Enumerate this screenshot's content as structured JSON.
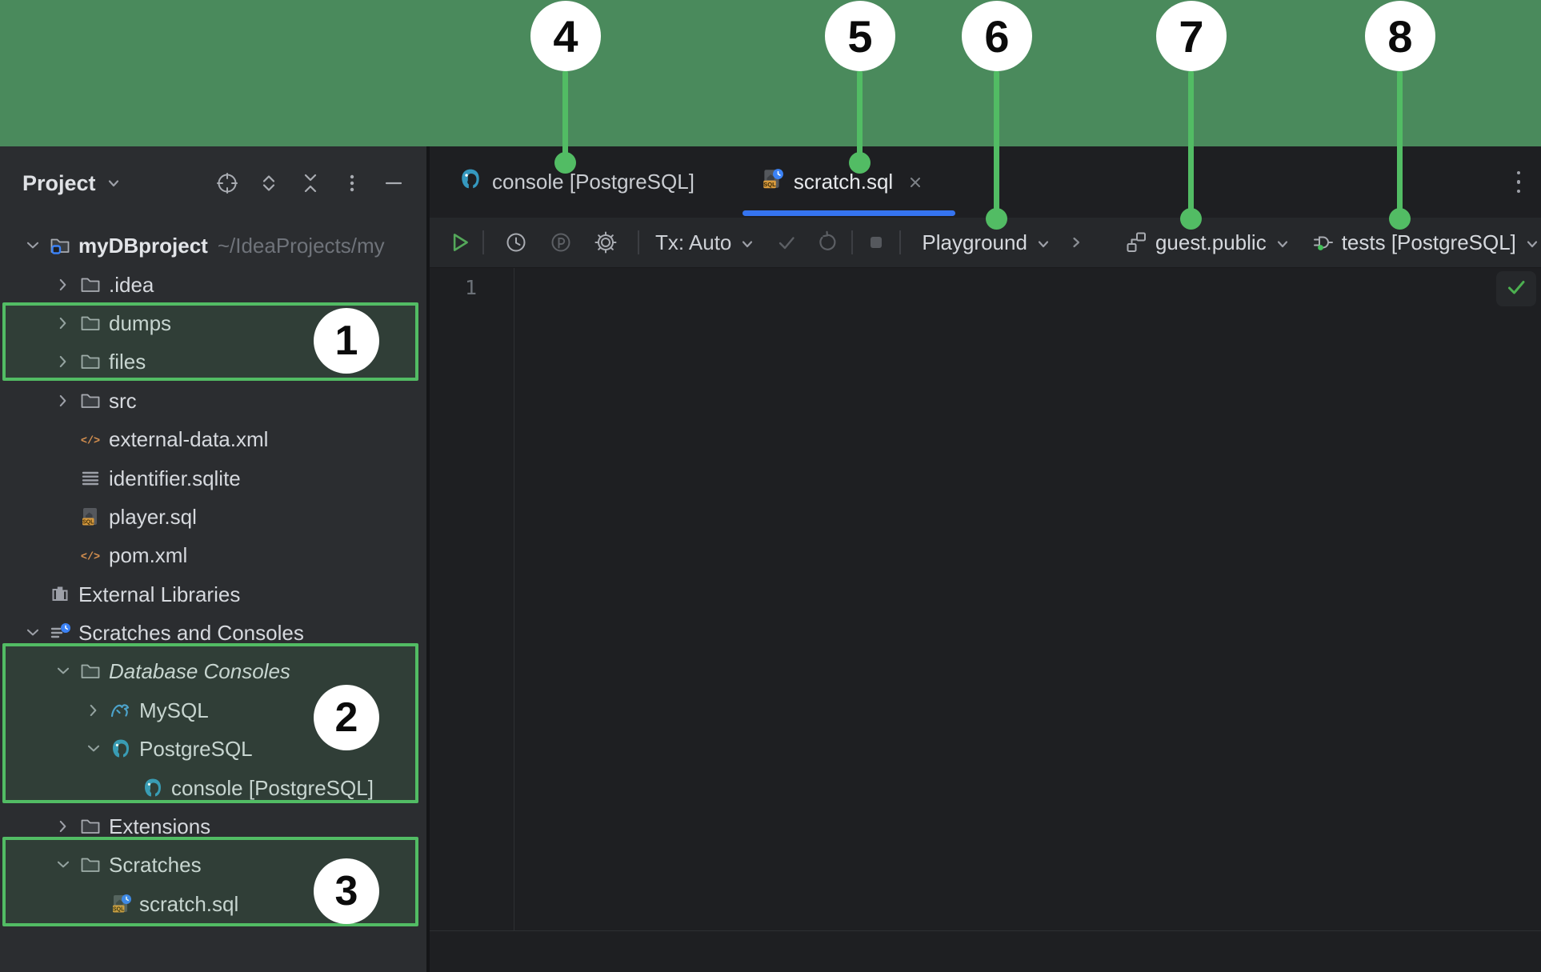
{
  "colors": {
    "backdrop_green": "#4A8A5C",
    "annotation_green": "#52BC64",
    "tab_underline_blue": "#3574F0",
    "selection_blue": "#38608A",
    "run_green": "#54A85A",
    "check_green": "#4CAF50",
    "postgres_icon_blue": "#3598BF",
    "mysql_icon_blue": "#4A9FD8",
    "sql_label_amber": "#D89A3D",
    "xml_icon_orange": "#D6904F",
    "connected_dot_green": "#41C157",
    "project_badge_blue": "#3B82F6"
  },
  "annotations": {
    "markers": [
      {
        "label": "1"
      },
      {
        "label": "2"
      },
      {
        "label": "3"
      },
      {
        "label": "4"
      },
      {
        "label": "5"
      },
      {
        "label": "6"
      },
      {
        "label": "7"
      },
      {
        "label": "8"
      }
    ]
  },
  "sidebar": {
    "header": {
      "title": "Project",
      "tools": [
        "locate",
        "expand-all",
        "collapse-all",
        "more-options",
        "hide"
      ]
    },
    "tree": {
      "items": [
        {
          "label": "myDBproject",
          "path": "~/IdeaProjects/my",
          "level": 0,
          "icon": "project-folder",
          "chevron": "expanded",
          "bold": true
        },
        {
          "label": ".idea",
          "level": 1,
          "icon": "folder",
          "chevron": "collapsed"
        },
        {
          "label": "dumps",
          "level": 1,
          "icon": "folder",
          "chevron": "collapsed"
        },
        {
          "label": "files",
          "level": 1,
          "icon": "folder",
          "chevron": "collapsed"
        },
        {
          "label": "src",
          "level": 1,
          "icon": "folder",
          "chevron": "collapsed"
        },
        {
          "label": "external-data.xml",
          "level": 1,
          "icon": "xml"
        },
        {
          "label": "identifier.sqlite",
          "level": 1,
          "icon": "sqlite"
        },
        {
          "label": "player.sql",
          "level": 1,
          "icon": "sql-file"
        },
        {
          "label": "pom.xml",
          "level": 1,
          "icon": "xml"
        },
        {
          "label": "External Libraries",
          "level": 0,
          "icon": "libraries"
        },
        {
          "label": "Scratches and Consoles",
          "level": 0,
          "icon": "scratches",
          "chevron": "expanded"
        },
        {
          "label": "Database Consoles",
          "level": 1,
          "icon": "folder",
          "chevron": "expanded",
          "italic": true
        },
        {
          "label": "MySQL",
          "level": 2,
          "icon": "mysql",
          "chevron": "collapsed"
        },
        {
          "label": "PostgreSQL",
          "level": 2,
          "icon": "postgres",
          "chevron": "expanded"
        },
        {
          "label": "console [PostgreSQL]",
          "level": 3,
          "icon": "postgres"
        },
        {
          "label": "Extensions",
          "level": 1,
          "icon": "folder",
          "chevron": "collapsed"
        },
        {
          "label": "Scratches",
          "level": 1,
          "icon": "folder",
          "chevron": "expanded"
        },
        {
          "label": "scratch.sql",
          "level": 2,
          "icon": "scratch-sql",
          "selected": true
        }
      ]
    }
  },
  "main": {
    "tabs": [
      {
        "label": "console [PostgreSQL]",
        "icon": "postgres",
        "active": false
      },
      {
        "label": "scratch.sql",
        "icon": "scratch-sql",
        "active": true,
        "closable": true
      }
    ],
    "toolbar": {
      "tx_label": "Tx: Auto",
      "playground_label": "Playground",
      "schema_label": "guest.public",
      "datasource_label": "tests [PostgreSQL]"
    },
    "editor": {
      "line_numbers": [
        "1"
      ]
    }
  }
}
